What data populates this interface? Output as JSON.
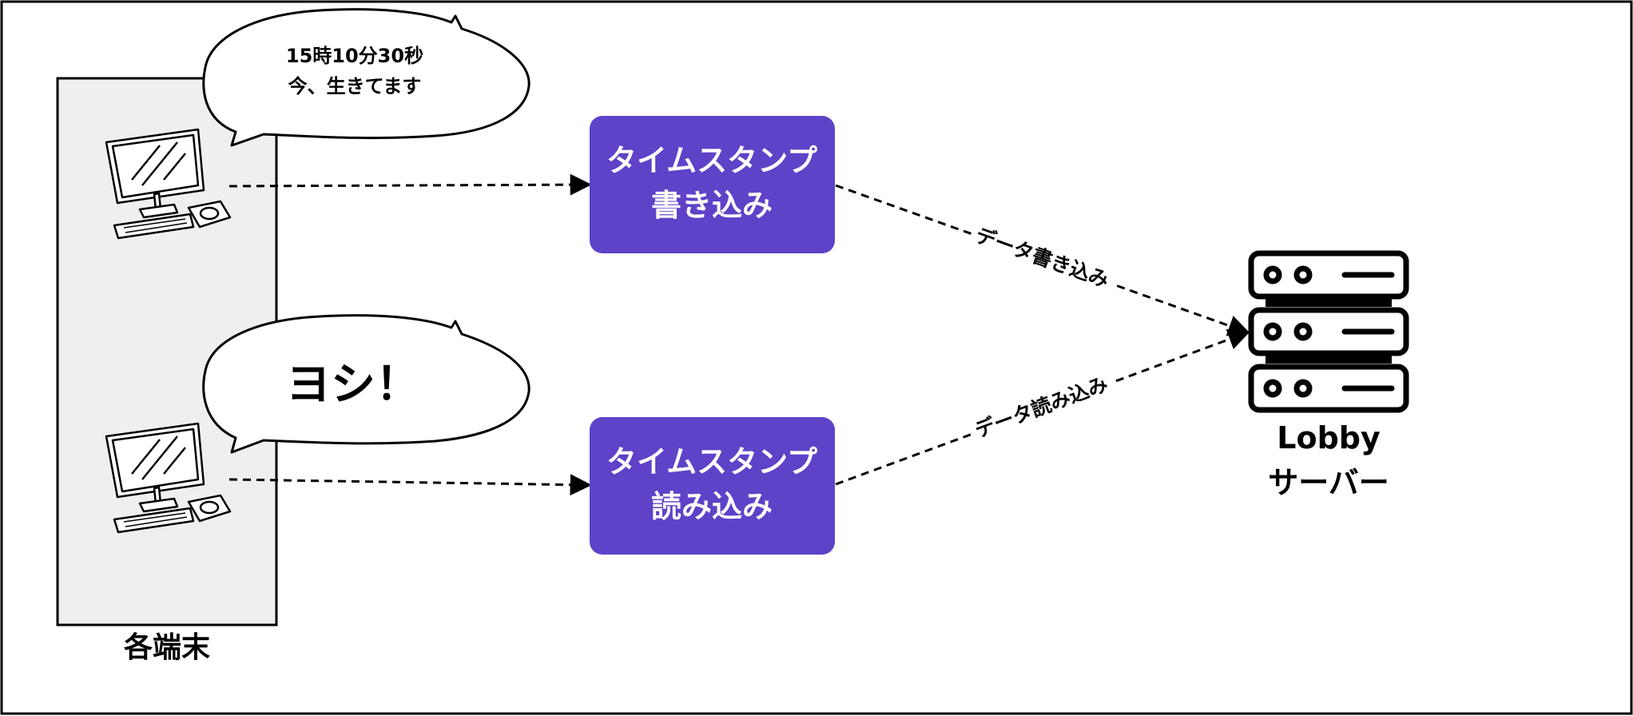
{
  "terminals_label": "各端末",
  "bubble_top": {
    "line1": "15時10分30秒",
    "line2": "今、生きてます"
  },
  "bubble_bottom": {
    "text": "ヨシ！"
  },
  "box_write": {
    "line1": "タイムスタンプ",
    "line2": "書き込み"
  },
  "box_read": {
    "line1": "タイムスタンプ",
    "line2": "読み込み"
  },
  "edge_write": "データ書き込み",
  "edge_read": "データ読み込み",
  "server": {
    "line1": "Lobby",
    "line2": "サーバー"
  },
  "colors": {
    "process_box": "#5e42c8",
    "terminal_panel": "#efefef",
    "border": "#000000"
  }
}
